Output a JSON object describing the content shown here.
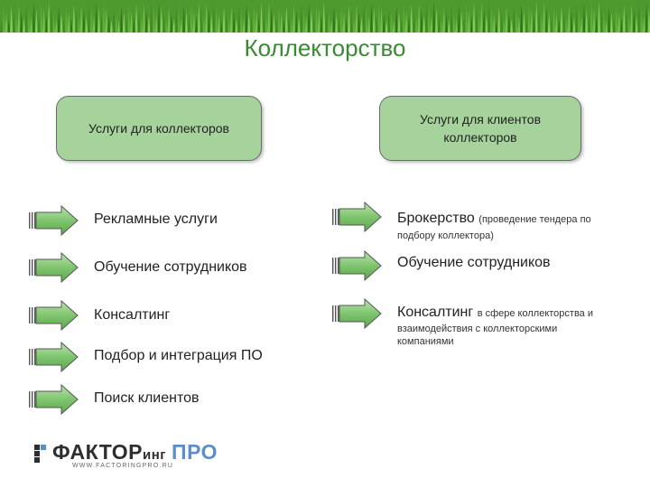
{
  "title": "Коллекторство",
  "left_box": {
    "label": "Услуги для коллекторов"
  },
  "right_box": {
    "line1": "Услуги для клиентов",
    "line2": "коллекторов"
  },
  "left_items": [
    "Рекламные услуги",
    "Обучение сотрудников",
    "Консалтинг",
    "Подбор и интеграция ПО",
    "Поиск клиентов"
  ],
  "right_items": [
    {
      "label": "Брокерство",
      "note": "(проведение тендера по",
      "cont": [
        "подбору коллектора)"
      ]
    },
    {
      "label": "Обучение сотрудников",
      "note": "",
      "cont": []
    },
    {
      "label": "Консалтинг",
      "note": "в сфере коллекторства и",
      "cont": [
        "взаимодействия с коллекторскими",
        "компаниями"
      ]
    }
  ],
  "logo": {
    "part1": "ФАКТОР",
    "part2": "инг",
    "part3": "ПРО",
    "url": "WWW.FACTORINGPRO.RU"
  },
  "colors": {
    "box_fill": "#a6d39c",
    "title": "#3a8a34",
    "arrow_fill": "#8fcf7f",
    "logo_blue": "#5b8fc9"
  }
}
